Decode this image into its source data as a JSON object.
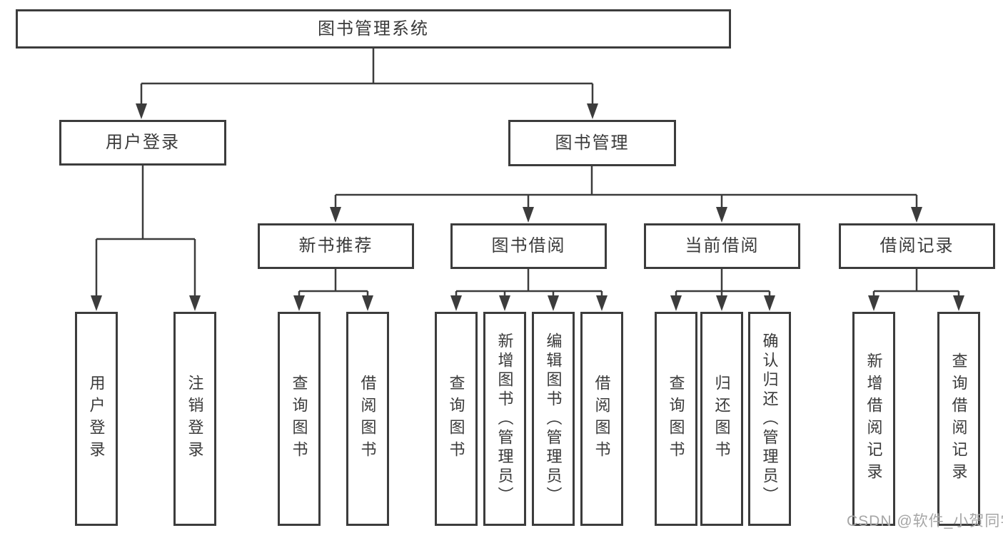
{
  "tree": {
    "root": {
      "label": "图书管理系统",
      "children": [
        {
          "label": "用户登录",
          "children": [
            {
              "label": "用户登录"
            },
            {
              "label": "注销登录"
            }
          ]
        },
        {
          "label": "图书管理",
          "children": [
            {
              "label": "新书推荐",
              "children": [
                {
                  "label": "查询图书"
                },
                {
                  "label": "借阅图书"
                }
              ]
            },
            {
              "label": "图书借阅",
              "children": [
                {
                  "label": "查询图书"
                },
                {
                  "label": "新增图书（管理员）"
                },
                {
                  "label": "编辑图书（管理员）"
                },
                {
                  "label": "借阅图书"
                }
              ]
            },
            {
              "label": "当前借阅",
              "children": [
                {
                  "label": "查询图书"
                },
                {
                  "label": "归还图书"
                },
                {
                  "label": "确认归还（管理员）"
                }
              ]
            },
            {
              "label": "借阅记录",
              "children": [
                {
                  "label": "新增借阅记录"
                },
                {
                  "label": "查询借阅记录"
                }
              ]
            }
          ]
        }
      ]
    }
  },
  "watermark": {
    "text": "CSDN @软件_小贺同学"
  },
  "colors": {
    "line": "#3c3c3c",
    "box_border": "#3c3c3c",
    "text": "#3a3a3a",
    "watermark": "#a6a6a6",
    "background": "#ffffff"
  }
}
